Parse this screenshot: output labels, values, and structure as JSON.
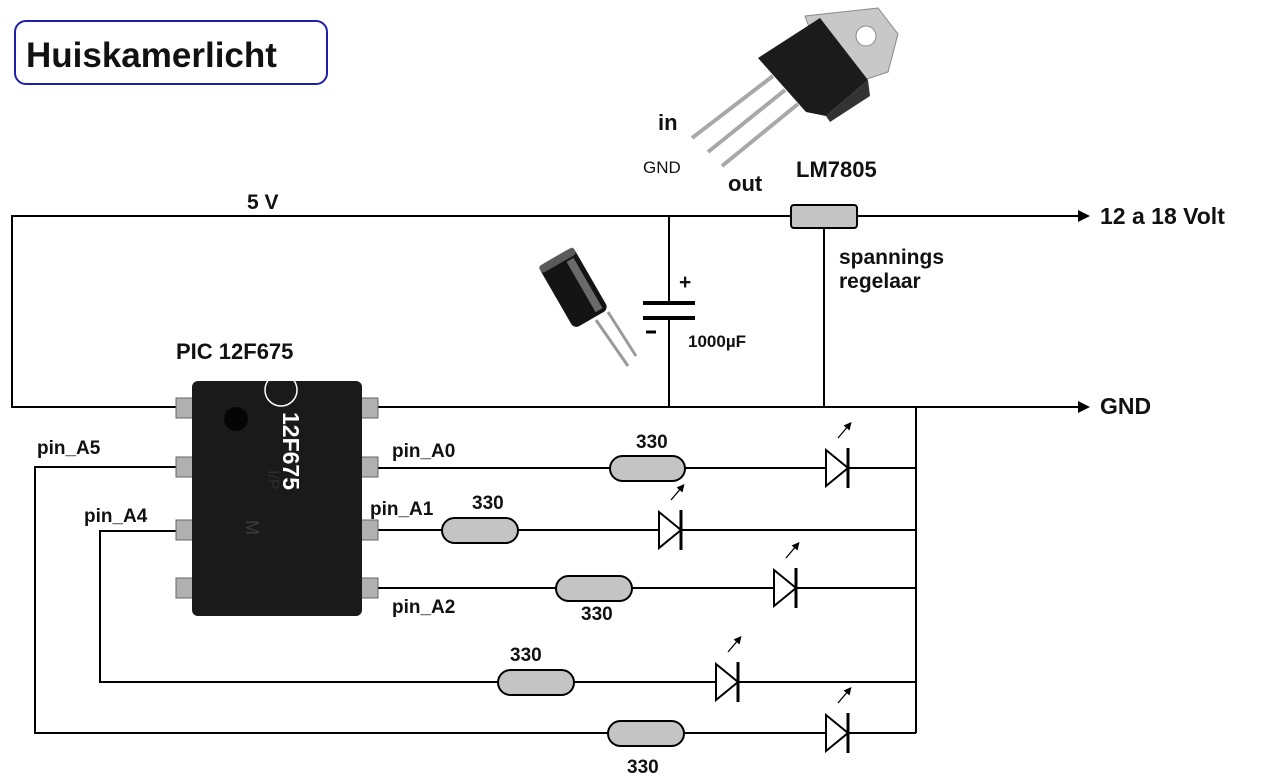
{
  "title": "Huiskamerlicht",
  "regulator": {
    "part": "LM7805",
    "pin_in": "in",
    "pin_gnd": "GND",
    "pin_out": "out",
    "description_line1": "spannings",
    "description_line2": "regelaar"
  },
  "rails": {
    "v5": "5 V",
    "supply": "12 a 18 Volt",
    "gnd": "GND"
  },
  "capacitor": {
    "polarity": "+",
    "value": "1000µF"
  },
  "chip": {
    "name": "PIC 12F675",
    "marking": "12F675"
  },
  "pins": {
    "a0": "pin_A0",
    "a1": "pin_A1",
    "a2": "pin_A2",
    "a4": "pin_A4",
    "a5": "pin_A5"
  },
  "resistors": [
    "330",
    "330",
    "330",
    "330",
    "330"
  ],
  "colors": {
    "title_border": "#1e1ea8",
    "resistor_fill": "#c4c4c4",
    "chip_body": "#1a1a1a",
    "chip_pins": "#b0b0b0"
  }
}
